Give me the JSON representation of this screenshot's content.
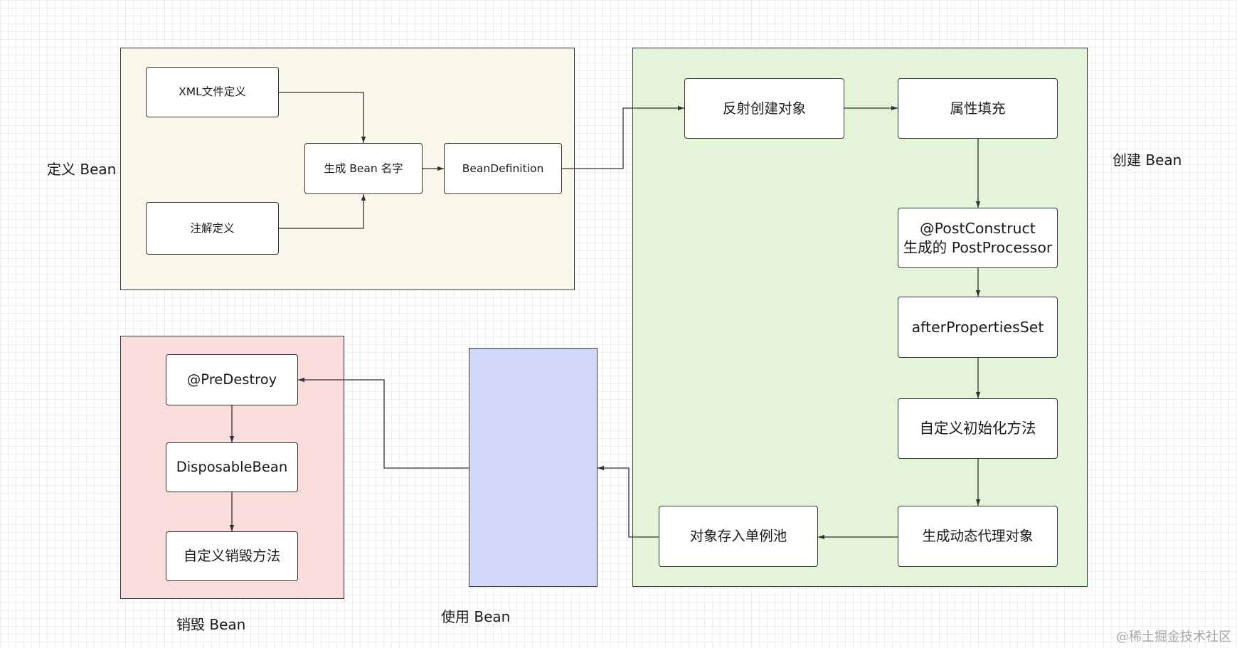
{
  "groups": {
    "define_label": "定义 Bean",
    "create_label": "创建 Bean",
    "destroy_label": "销毁 Bean",
    "use_label": "使用 Bean"
  },
  "nodes": {
    "xml_def": "XML文件定义",
    "annotation_def": "注解定义",
    "gen_bean_name": "生成 Bean 名字",
    "bean_definition": "BeanDefinition",
    "reflect_create": "反射创建对象",
    "populate_props": "属性填充",
    "post_construct_line1": "@PostConstruct",
    "post_construct_line2": "生成的 PostProcessor",
    "after_properties_set": "afterPropertiesSet",
    "custom_init": "自定义初始化方法",
    "gen_proxy": "生成动态代理对象",
    "store_singleton": "对象存入单例池",
    "pre_destroy": "@PreDestroy",
    "disposable_bean": "DisposableBean",
    "custom_destroy": "自定义销毁方法"
  },
  "colors": {
    "define_fill": "#f9f8ea",
    "create_fill": "#e3f4d8",
    "destroy_fill": "#f9dcdc",
    "use_fill": "#d3d7f7",
    "line": "#333333"
  },
  "watermark": "@稀土掘金技术社区"
}
